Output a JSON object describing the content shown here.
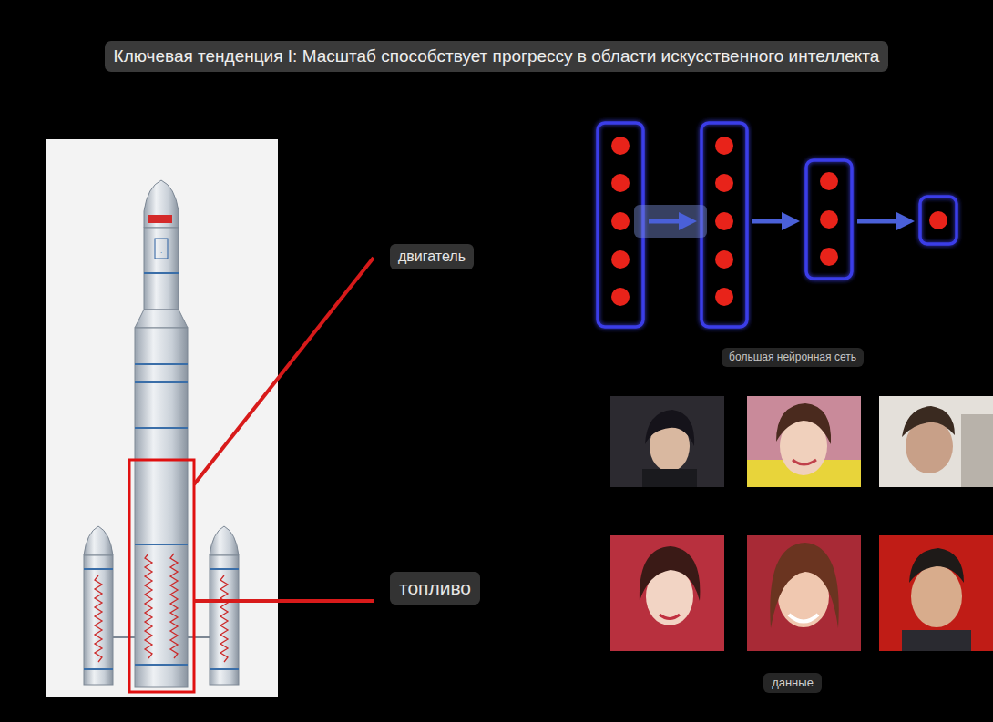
{
  "diagram": {
    "title": "Ключевая тенденция I: Масштаб способствует прогрессу в области искусственного интеллекта",
    "labels": [
      "двигатель",
      "топливо",
      "большая нейронная сеть",
      "данные"
    ]
  }
}
